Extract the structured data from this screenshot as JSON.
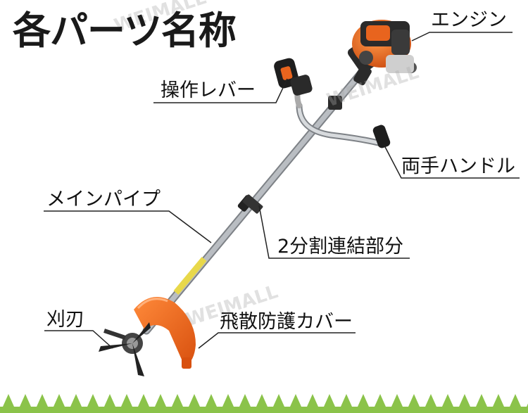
{
  "title": "各パーツ名称",
  "watermark": "WEIMALL",
  "labels": {
    "engine": "エンジン",
    "lever": "操作レバー",
    "handle": "両手ハンドル",
    "pipe": "メインパイプ",
    "joint": "2分割連結部分",
    "blade": "刈刃",
    "cover": "飛散防護カバー"
  },
  "colors": {
    "engine_orange": "#e8641e",
    "metal": "#c9ccd0",
    "grass": "#8bc34a",
    "text": "#111111"
  }
}
